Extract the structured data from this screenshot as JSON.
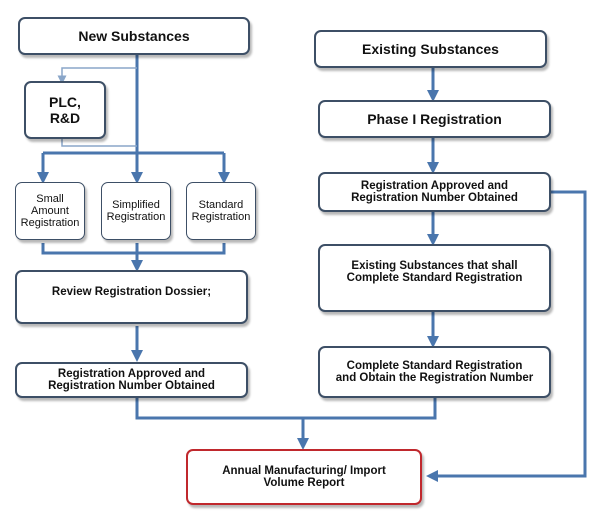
{
  "nodes": {
    "new_substances": "New Substances",
    "plc_rd": "PLC,\nR&D",
    "small_amount": "Small\nAmount\nRegistration",
    "simplified": "Simplified\nRegistration",
    "standard": "Standard\nRegistration",
    "review_dossier": "Review Registration Dossier;",
    "approved_left": "Registration Approved and\nRegistration Number Obtained",
    "existing_substances": "Existing Substances",
    "phase_one": "Phase I Registration",
    "approved_right": "Registration Approved and\nRegistration Number Obtained",
    "existing_standard": "Existing Substances that shall\nComplete Standard Registration",
    "complete_standard": "Complete Standard Registration\nand Obtain the Registration Number",
    "annual_report": "Annual Manufacturing/ Import\nVolume Report"
  },
  "colors": {
    "connector": "#4a76ad",
    "connector_light": "#8aa6c9",
    "box_border": "#3d4f66",
    "final_border": "#c0282d"
  }
}
